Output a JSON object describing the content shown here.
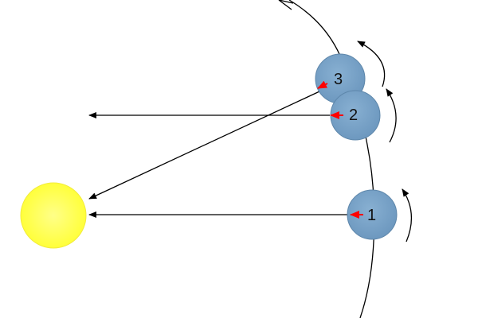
{
  "diagram": {
    "planets": [
      {
        "label": "1"
      },
      {
        "label": "2"
      },
      {
        "label": "3"
      }
    ]
  },
  "colors": {
    "sun_fill": "#ffff55",
    "sun_stroke": "#f2ec3c",
    "planet_fill": "#78a3c8",
    "planet_stroke": "#5d86aa",
    "arrow": "#000000",
    "direction_arrow": "#ff0000"
  }
}
